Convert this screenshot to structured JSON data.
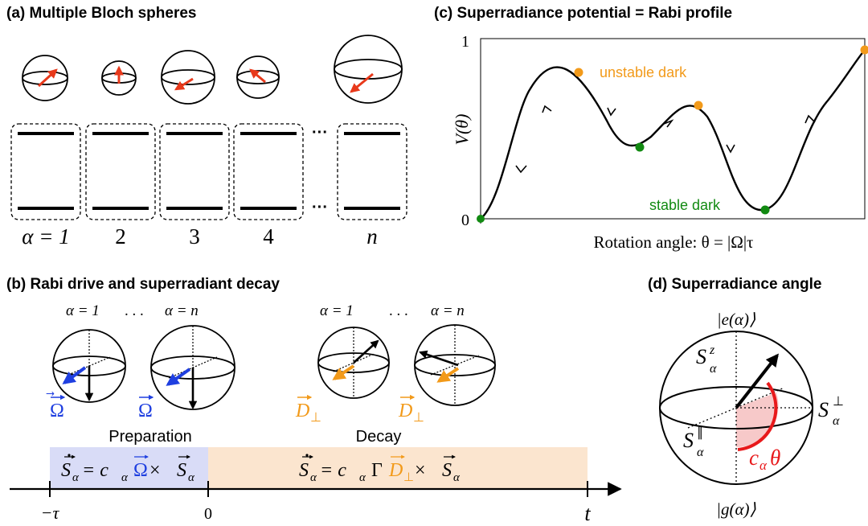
{
  "panel_a": {
    "title": "(a) Multiple Bloch spheres",
    "dots": "···",
    "labels": [
      "α = 1",
      "2",
      "3",
      "4",
      "n"
    ]
  },
  "panel_b": {
    "title": "(b) Rabi drive and superradiant decay",
    "alpha_first": "α = 1",
    "alpha_last": "α = n",
    "ellipsis": ". . .",
    "omega_label": "Ω",
    "d_perp_label": "D",
    "d_perp_sub": "⊥",
    "preparation": "Preparation",
    "decay": "Decay",
    "eq_prep_lhs": "S",
    "eq_prep_sub": "α",
    "eq_prep_mid": " = c",
    "eq_prep_c_sub": "α",
    "eq_prep_omega": "Ω",
    "eq_prep_times": " × ",
    "eq_decay_mid": " = c",
    "eq_decay_gamma": "Γ ",
    "tick_minus_tau": "−τ",
    "tick_zero": "0",
    "axis_t": "t",
    "colors": {
      "omega": "#1f3fe0",
      "d_perp": "#f29a1a",
      "prep_bg": "#d9dcf7",
      "decay_bg": "#fbe5cf"
    }
  },
  "panel_c": {
    "title": "(c) Superradiance potential = Rabi profile",
    "y_top": "1",
    "y_bottom": "0",
    "ylabel": "V(θ)",
    "xlabel": "Rotation angle:    θ = |Ω|τ",
    "unstable_label": "unstable dark",
    "stable_label": "stable dark",
    "colors": {
      "unstable": "#f29a1a",
      "stable": "#128a12"
    }
  },
  "panel_d": {
    "title": "(d) Superradiance angle",
    "ket_e": "|e(α)⟩",
    "ket_g": "|g(α)⟩",
    "s_z": "S",
    "s_z_sup": "z",
    "s_perp": "S",
    "s_perp_sup": "⊥",
    "s_par": "S",
    "s_par_sup": "∥",
    "sub_alpha": "α",
    "angle_c": "c",
    "angle_theta": "θ",
    "colors": {
      "angle": "#e8191b",
      "wedge": "#f7c9c9"
    }
  }
}
